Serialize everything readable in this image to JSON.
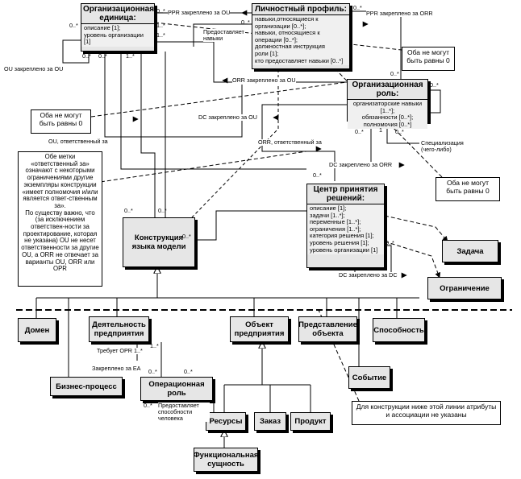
{
  "entities": {
    "org_unit": {
      "title": "Организационная единица:",
      "attrs": "описание [1];\nуровень организации [1]"
    },
    "profile": {
      "title": "Личностный профиль:",
      "attrs": "навыки,относящиеся к организации [0..*];\nнавыки, относящиеся к операции [0..*];\nдолжностная инструкция\nроли [1];\nкто предоставляет навыки [0..*]"
    },
    "org_role": {
      "title": "Организационная роль:",
      "attrs": "организаторские навыки [1..*];\nобязанности [0..*];\nполномочия [0..*]"
    },
    "dcenter": {
      "title": "Центр принятия решений:",
      "attrs": "описание [1];\nзадачи [1..*];\nпеременные [1..*];\nограничения [1..*];\nкатегория решения [1];\nуровень решения [1];\nуровень организации [1]"
    },
    "model_construct": {
      "label": "Конструкция языка модели"
    },
    "task": {
      "label": "Задача"
    },
    "constraint": {
      "label": "Ограничение"
    },
    "domain": {
      "label": "Домен"
    },
    "enterprise_activity": {
      "label": "Деятельность предприятия"
    },
    "enterprise_object": {
      "label": "Объект предприятия"
    },
    "object_view": {
      "label": "Представление объекта"
    },
    "capability": {
      "label": "Способность"
    },
    "business_process": {
      "label": "Бизнес-процесс"
    },
    "operational_role": {
      "label": "Операционная роль"
    },
    "event": {
      "label": "Событие"
    },
    "resources": {
      "label": "Ресурсы"
    },
    "order": {
      "label": "Заказ"
    },
    "product": {
      "label": "Продукт"
    },
    "functional_entity": {
      "label": "Функциональная сущность"
    }
  },
  "notes": {
    "not_equal_1": "Оба не могут быть равны 0",
    "not_equal_2": "Оба не могут быть равны 0",
    "not_equal_3": "Оба не могут быть равны 0",
    "responsible": "Обе метки «ответственный за» означают с некоторыми ограничениями другие экземпляры конструкции «имеет полномочия и/или является ответ-ственным за».\nПо существу важно, что (за исключением ответствен-ности за проектирование, которая не указана) OU не несет ответственности за другие OU, а ORR не отвечает за варианты OU, ORR или OPR",
    "below_line": "Для конструкции ниже этой линии атрибуты и ассоциации не указаны"
  },
  "labels": {
    "ppr_ou": "PPR закреплено за OU",
    "ppr_orr": "PPR закреплено за ORR",
    "provides_skills_1": "Предоставляет навыки",
    "ou_assigned_ou": "OU закреплено за OU",
    "orr_assigned_ou": "ORR закреплено за OU",
    "dc_assigned_ou": "DC закреплено за OU",
    "ou_responsible": "OU, ответственный за",
    "orr_responsible": "ORR, ответственный за",
    "specialization": "Специализация (чего-либо)",
    "dc_assigned_orr": "DC закреплено за ORR",
    "dc_assigned_dc": "DC закреплено за DC",
    "requires_opr": "Требует OPR 1..*",
    "assigned_ea": "Закреплено за EA",
    "provides_capability": "Предоставляет способности человека"
  },
  "multiplicities": {
    "m_ou_ppr_left": "0..*",
    "m_ou_ppr_right": "0..*",
    "m_ou_left": "0..*",
    "m_ou_r1": "1..*",
    "m_ou_bl1": "0..*",
    "m_ou_bl2": "0..*",
    "m_ou_bl3": "1..*",
    "m_ou_top": "1..*",
    "m_prof_r": "0..*",
    "m_prof_b": "0..*",
    "m_role_r": "0..*",
    "m_role_b1": "0..*",
    "m_role_b2": "1",
    "m_role_b3": "0..*",
    "m_dc_l": "0..*",
    "m_dc_b": "0..*",
    "m_mc_1": "0..*",
    "m_mc_2": "0..*",
    "m_mc_3": "0..*",
    "m_ea": "1..*",
    "m_opr_1": "0..*",
    "m_opr_2": "0..*",
    "m_opr_3": "0..*"
  }
}
